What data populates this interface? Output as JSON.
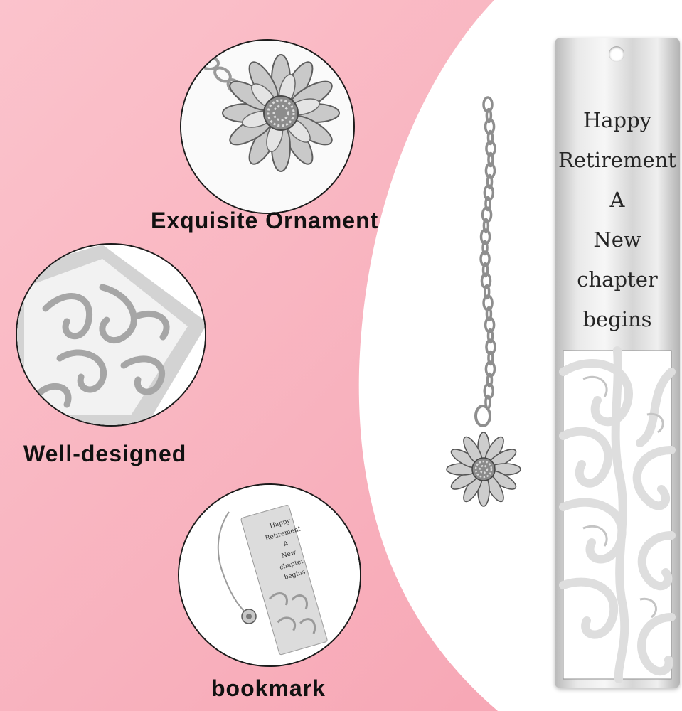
{
  "colors": {
    "background_pink": "#f8aab7",
    "background_white": "#ffffff",
    "silver": "#d9d9d9",
    "caption_text": "#111111"
  },
  "callouts": [
    {
      "caption": "Exquisite Ornament",
      "icon": "sunflower-charm-icon"
    },
    {
      "caption": "Well-designed",
      "icon": "filigree-pattern-icon"
    },
    {
      "caption": "bookmark",
      "icon": "mini-bookmark-icon"
    }
  ],
  "bookmark": {
    "engraving": [
      "Happy",
      "Retirement",
      "A",
      "New",
      "chapter",
      "begins"
    ]
  },
  "mini_bookmark": {
    "engraving": [
      "Happy",
      "Retirement",
      "A",
      "New",
      "chapter",
      "begins"
    ]
  }
}
